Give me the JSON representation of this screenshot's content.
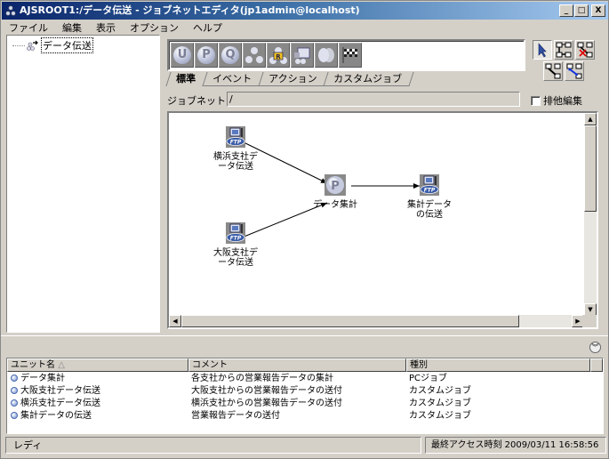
{
  "window": {
    "title": "AJSROOT1:/データ伝送 - ジョブネットエディタ(jp1admin@localhost)",
    "controls": {
      "minimize": "_",
      "maximize": "□",
      "close": "X"
    }
  },
  "menubar": {
    "items": [
      "ファイル",
      "編集",
      "表示",
      "オプション",
      "ヘルプ"
    ]
  },
  "tree": {
    "root_label": "データ伝送",
    "icon": "jobnet-icon"
  },
  "palette": {
    "icons": [
      {
        "name": "unix-job-icon",
        "glyph": "U"
      },
      {
        "name": "pc-job-icon",
        "glyph": "P"
      },
      {
        "name": "qs-job-icon",
        "glyph": "Q"
      },
      {
        "name": "jobnet-icon",
        "glyph": ""
      },
      {
        "name": "remote-jobnet-icon",
        "glyph": "R"
      },
      {
        "name": "judgment-job-icon",
        "glyph": ""
      },
      {
        "name": "or-job-icon",
        "glyph": "()"
      },
      {
        "name": "checkered-flag-icon",
        "glyph": ""
      }
    ]
  },
  "tabs": [
    {
      "label": "標準",
      "active": true
    },
    {
      "label": "イベント",
      "active": false
    },
    {
      "label": "アクション",
      "active": false
    },
    {
      "label": "カスタムジョブ",
      "active": false
    }
  ],
  "tools": [
    {
      "name": "select-tool",
      "selected": true
    },
    {
      "name": "connect-tool"
    },
    {
      "name": "disconnect-tool"
    },
    {
      "name": "relation-line-tool"
    },
    {
      "name": "bidirectional-connect-tool"
    }
  ],
  "jobnet": {
    "label": "ジョブネット:",
    "value": "/"
  },
  "exclusive_edit": {
    "label": "排他編集",
    "checked": false
  },
  "canvas": {
    "nodes": [
      {
        "id": "yokohama",
        "label": "横浜支社デ\nータ伝送",
        "type": "ftp"
      },
      {
        "id": "aggregate",
        "label": "データ集計",
        "type": "pc"
      },
      {
        "id": "osaka",
        "label": "大阪支社デ\nータ伝送",
        "type": "ftp"
      },
      {
        "id": "send",
        "label": "集計データ\nの伝送",
        "type": "ftp"
      }
    ],
    "edges": [
      {
        "from": "yokohama",
        "to": "aggregate"
      },
      {
        "from": "osaka",
        "to": "aggregate"
      },
      {
        "from": "aggregate",
        "to": "send"
      }
    ]
  },
  "list": {
    "columns": [
      "ユニット名",
      "コメント",
      "種別"
    ],
    "sort_indicator": "△",
    "rows": [
      {
        "name": "データ集計",
        "comment": "各支社からの営業報告データの集計",
        "type": "PCジョブ"
      },
      {
        "name": "大阪支社データ伝送",
        "comment": "大阪支社からの営業報告データの送付",
        "type": "カスタムジョブ"
      },
      {
        "name": "横浜支社データ伝送",
        "comment": "横浜支社からの営業報告データの送付",
        "type": "カスタムジョブ"
      },
      {
        "name": "集計データの伝送",
        "comment": "営業報告データの送付",
        "type": "カスタムジョブ"
      }
    ]
  },
  "statusbar": {
    "left": "レディ",
    "right": "最終アクセス時刻 2009/03/11 16:58:56"
  }
}
